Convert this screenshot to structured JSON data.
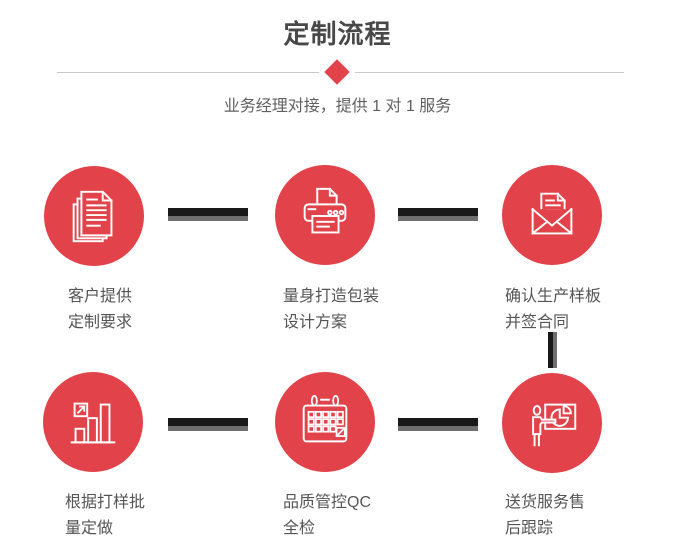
{
  "header": {
    "title": "定制流程",
    "subtitle": "业务经理对接，提供 1 对 1 服务",
    "diamond_icon": "red-diamond"
  },
  "steps": [
    {
      "icon": "documents-icon",
      "lines": [
        "客户提供",
        "定制要求"
      ]
    },
    {
      "icon": "printer-icon",
      "lines": [
        "量身打造包装",
        "设计方案"
      ]
    },
    {
      "icon": "envelope-icon",
      "lines": [
        "确认生产样板",
        "并签合同"
      ]
    },
    {
      "icon": "bar-chart-icon",
      "lines": [
        "根据打样批",
        "量定做"
      ]
    },
    {
      "icon": "calendar-icon",
      "lines": [
        "品质管控QC",
        "全检"
      ]
    },
    {
      "icon": "presentation-icon",
      "lines": [
        "送货服务售",
        "后跟踪"
      ]
    }
  ],
  "colors": {
    "accent": "#e2434a",
    "title_color": "#484848",
    "subtitle_color": "#606060",
    "label_color": "#555555",
    "divider": "#cacaca",
    "connector_dark": "#191919",
    "connector_gray": "#6f6f6f",
    "bg": "#ffffff"
  }
}
